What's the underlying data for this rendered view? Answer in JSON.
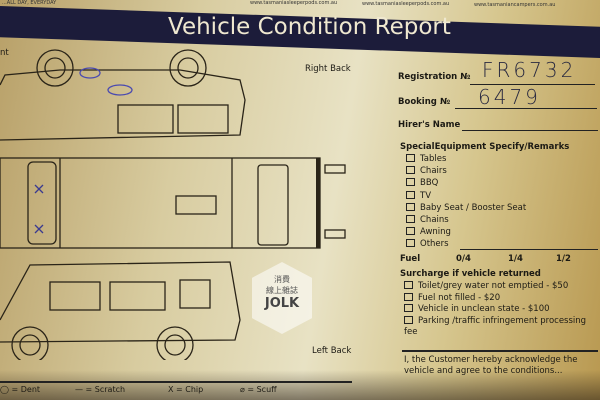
{
  "header": {
    "tagline": "...ALL DAY, EVERYDAY",
    "urls": [
      "www.tasmaniasleeperpods.com.au",
      "www.tasmaniasleeperpods.com.au",
      "www.tasmaniancampers.com.au"
    ],
    "title": "Vehicle Condition Report"
  },
  "diagram": {
    "right_back": "Right Back",
    "left_back": "Left Back",
    "front_partial": "nt"
  },
  "fields": {
    "registration_label": "Registration №",
    "registration_value": "FR6732",
    "booking_label": "Booking №",
    "booking_value": "6479",
    "hirer_label": "Hirer's Name",
    "hirer_value": ""
  },
  "equipment": {
    "heading": "SpecialEquipment Specify/Remarks",
    "items": [
      "Tables",
      "Chairs",
      "BBQ",
      "TV",
      "Baby Seat / Booster Seat",
      "Chains",
      "Awning",
      "Others"
    ]
  },
  "fuel": {
    "label": "Fuel",
    "levels": [
      "0/4",
      "1/4",
      "1/2"
    ]
  },
  "surcharge": {
    "heading": "Surcharge if vehicle returned",
    "items": [
      "Toilet/grey water not emptied - $50",
      "Fuel not filled - $20",
      "Vehicle in unclean state - $100",
      "Parking /traffic infringement processing fee"
    ]
  },
  "declaration": "I, the Customer hereby acknowledge the vehicle and agree to the conditions...",
  "legend": [
    "= Dent",
    "= Scratch",
    "= Chip",
    "= Scuff"
  ],
  "watermark": {
    "line1": "消費",
    "line2": "線上雜誌",
    "line3": "JOLK"
  }
}
